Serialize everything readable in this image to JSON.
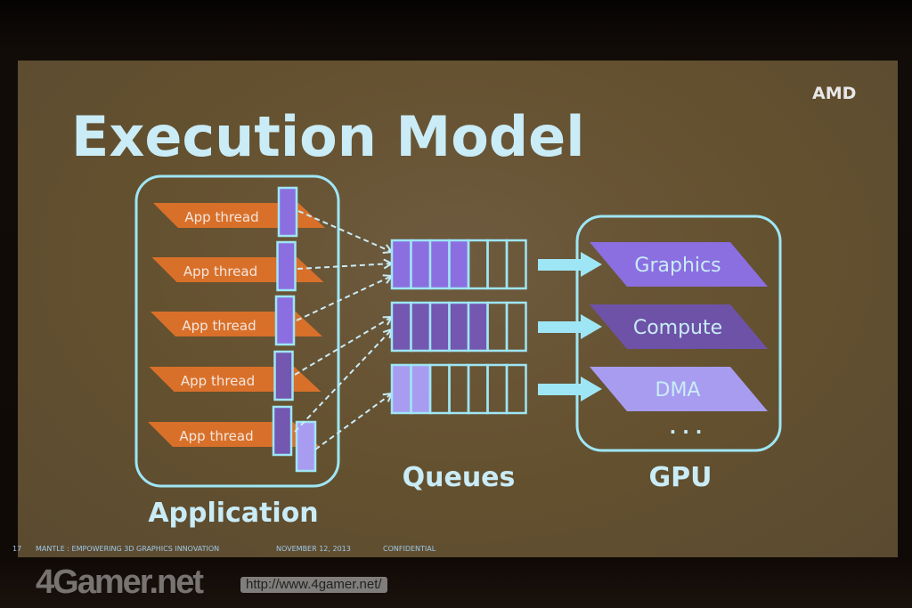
{
  "slide": {
    "title": "Execution Model",
    "logo": "AMD",
    "application": {
      "label": "Application",
      "threads": [
        "App thread",
        "App thread",
        "App thread",
        "App thread",
        "App thread"
      ]
    },
    "queues": {
      "label": "Queues",
      "rows": [
        {
          "filled": 4,
          "total": 7,
          "color": "#8b6fe0"
        },
        {
          "filled": 5,
          "total": 7,
          "color": "#7357b0"
        },
        {
          "filled": 2,
          "total": 7,
          "color": "#a89cf0"
        }
      ]
    },
    "gpu": {
      "label": "GPU",
      "engines": [
        "Graphics",
        "Compute",
        "DMA"
      ],
      "more": "· · ·"
    },
    "footer": {
      "page": "17",
      "title": "MANTLE : EMPOWERING 3D GRAPHICS INNOVATION",
      "date": "NOVEMBER 12, 2013",
      "confidential": "CONFIDENTIAL"
    }
  },
  "watermark": {
    "logo": "4Gamer.net",
    "url": "http://www.4gamer.net/"
  },
  "colors": {
    "outline": "#9ee6f5",
    "thread": "#d9702a",
    "text": "#c9ecf7"
  }
}
